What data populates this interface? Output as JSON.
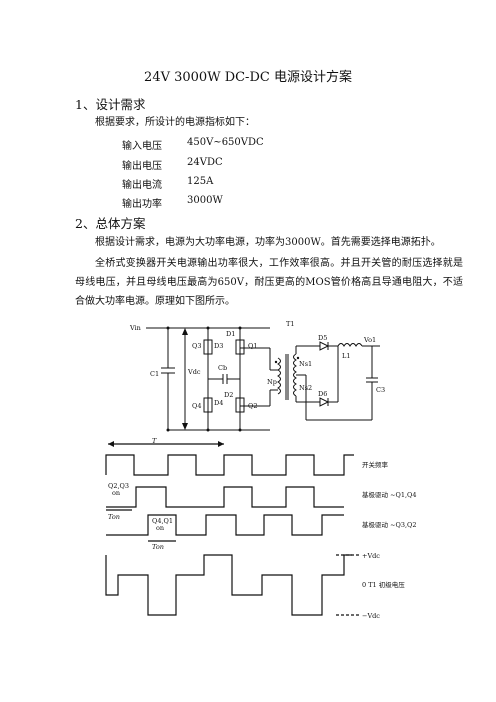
{
  "title": "24V 3000W DC-DC 电源设计方案",
  "section1": {
    "heading": "1、设计需求",
    "intro": "根据要求，所设计的电源指标如下：",
    "specs": [
      {
        "label": "输入电压",
        "value": "450V~650VDC"
      },
      {
        "label": "输出电压",
        "value": "24VDC"
      },
      {
        "label": "输出电流",
        "value": "125A"
      },
      {
        "label": "输出功率",
        "value": "3000W"
      }
    ]
  },
  "section2": {
    "heading": "2、总体方案",
    "para1": "根据设计需求，电源为大功率电源，功率为3000W。首先需要选择电源拓扑。",
    "para2": "全桥式变换器开关电源输出功率很大，工作效率很高。并且开关管的耐压选择就是母线电压，并且母线电压最高为650V，耐压更高的MOS管价格高且导通电阻大，不适合做大功率电源。原理如下图所示。"
  },
  "schematic": {
    "labels": {
      "vin": "Vin",
      "t1": "T1",
      "d1": "D1",
      "d2": "D2",
      "d3": "D3",
      "d4": "D4",
      "d5": "D5",
      "d6": "D6",
      "q1": "Q1",
      "q2": "Q2",
      "q3": "Q3",
      "q4": "Q4",
      "l1": "L1",
      "c1": "C1",
      "c3": "C3",
      "cb": "Cb",
      "vdc": "Vdc",
      "np": "Np",
      "ns1": "Ns1",
      "ns2": "Ns2",
      "vo": "Vo1"
    }
  },
  "waveforms": {
    "period_label": "T",
    "q23_on": "Q2,Q3",
    "q41_on": "Q4,Q1",
    "on": "on",
    "ton": "Ton",
    "row_labels": [
      "开关频率",
      "基极驱动 ~Q1,Q4",
      "基极驱动 ~Q3,Q2",
      "0 T1 初级电压"
    ],
    "plus_vdc": "+Vdc",
    "minus_vdc": "−Vdc"
  }
}
